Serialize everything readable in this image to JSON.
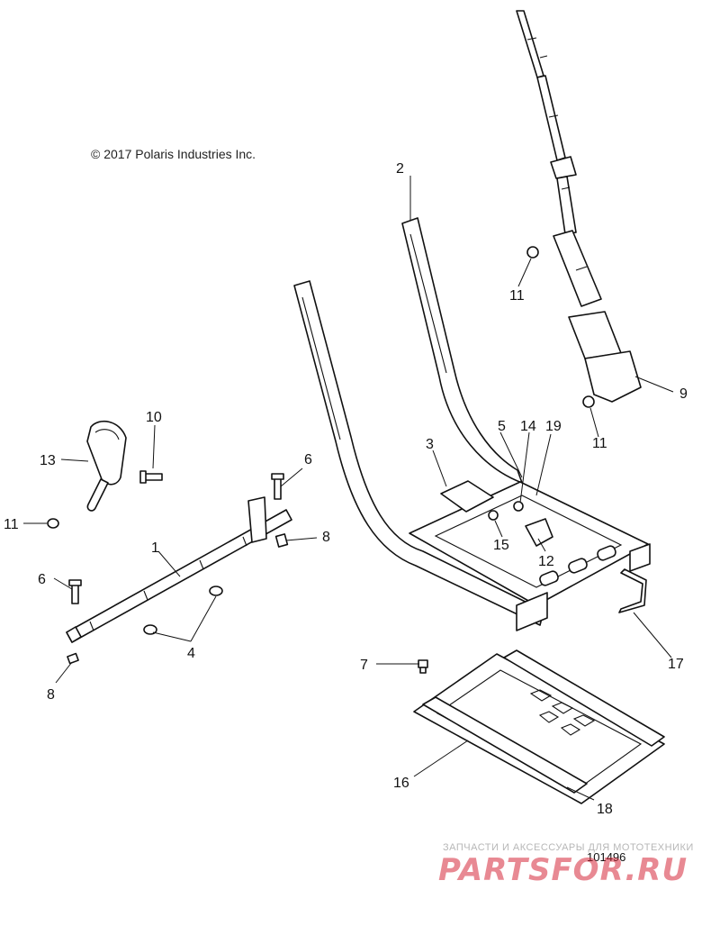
{
  "copyright": "© 2017 Polaris Industries Inc.",
  "figure_number": "101496",
  "watermark": {
    "tagline": "ЗАПЧАСТИ И АКСЕССУАРЫ ДЛЯ МОТОТЕХНИКИ",
    "logo": "PARTSFOR.RU"
  },
  "callouts": {
    "c1": "1",
    "c2": "2",
    "c3": "3",
    "c4": "4",
    "c5": "5",
    "c6a": "6",
    "c6b": "6",
    "c7": "7",
    "c8a": "8",
    "c8b": "8",
    "c9": "9",
    "c10": "10",
    "c11a": "11",
    "c11b": "11",
    "c11c": "11",
    "c12": "12",
    "c13": "13",
    "c14": "14",
    "c15": "15",
    "c16": "16",
    "c17": "17",
    "c18": "18",
    "c19": "19"
  }
}
